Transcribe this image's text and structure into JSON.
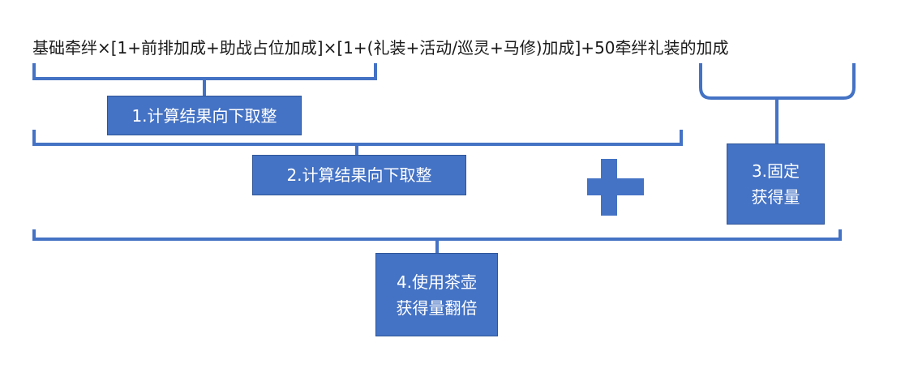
{
  "formula": {
    "text": "基础牵绊×[1+前排加成+助战占位加成]×[1+(礼装+活动/巡灵+马修)加成]+50牵绊礼装的加成"
  },
  "boxes": {
    "step1": "1.计算结果向下取整",
    "step2": "2.计算结果向下取整",
    "step3_line1": "3.固定",
    "step3_line2": "获得量",
    "step4_line1": "4.使用茶壶",
    "step4_line2": "获得量翻倍"
  },
  "colors": {
    "accent": "#4472c4",
    "text": "#1a1a1a",
    "box_text": "#ffffff"
  },
  "icons": {
    "plus": "plus-icon"
  }
}
